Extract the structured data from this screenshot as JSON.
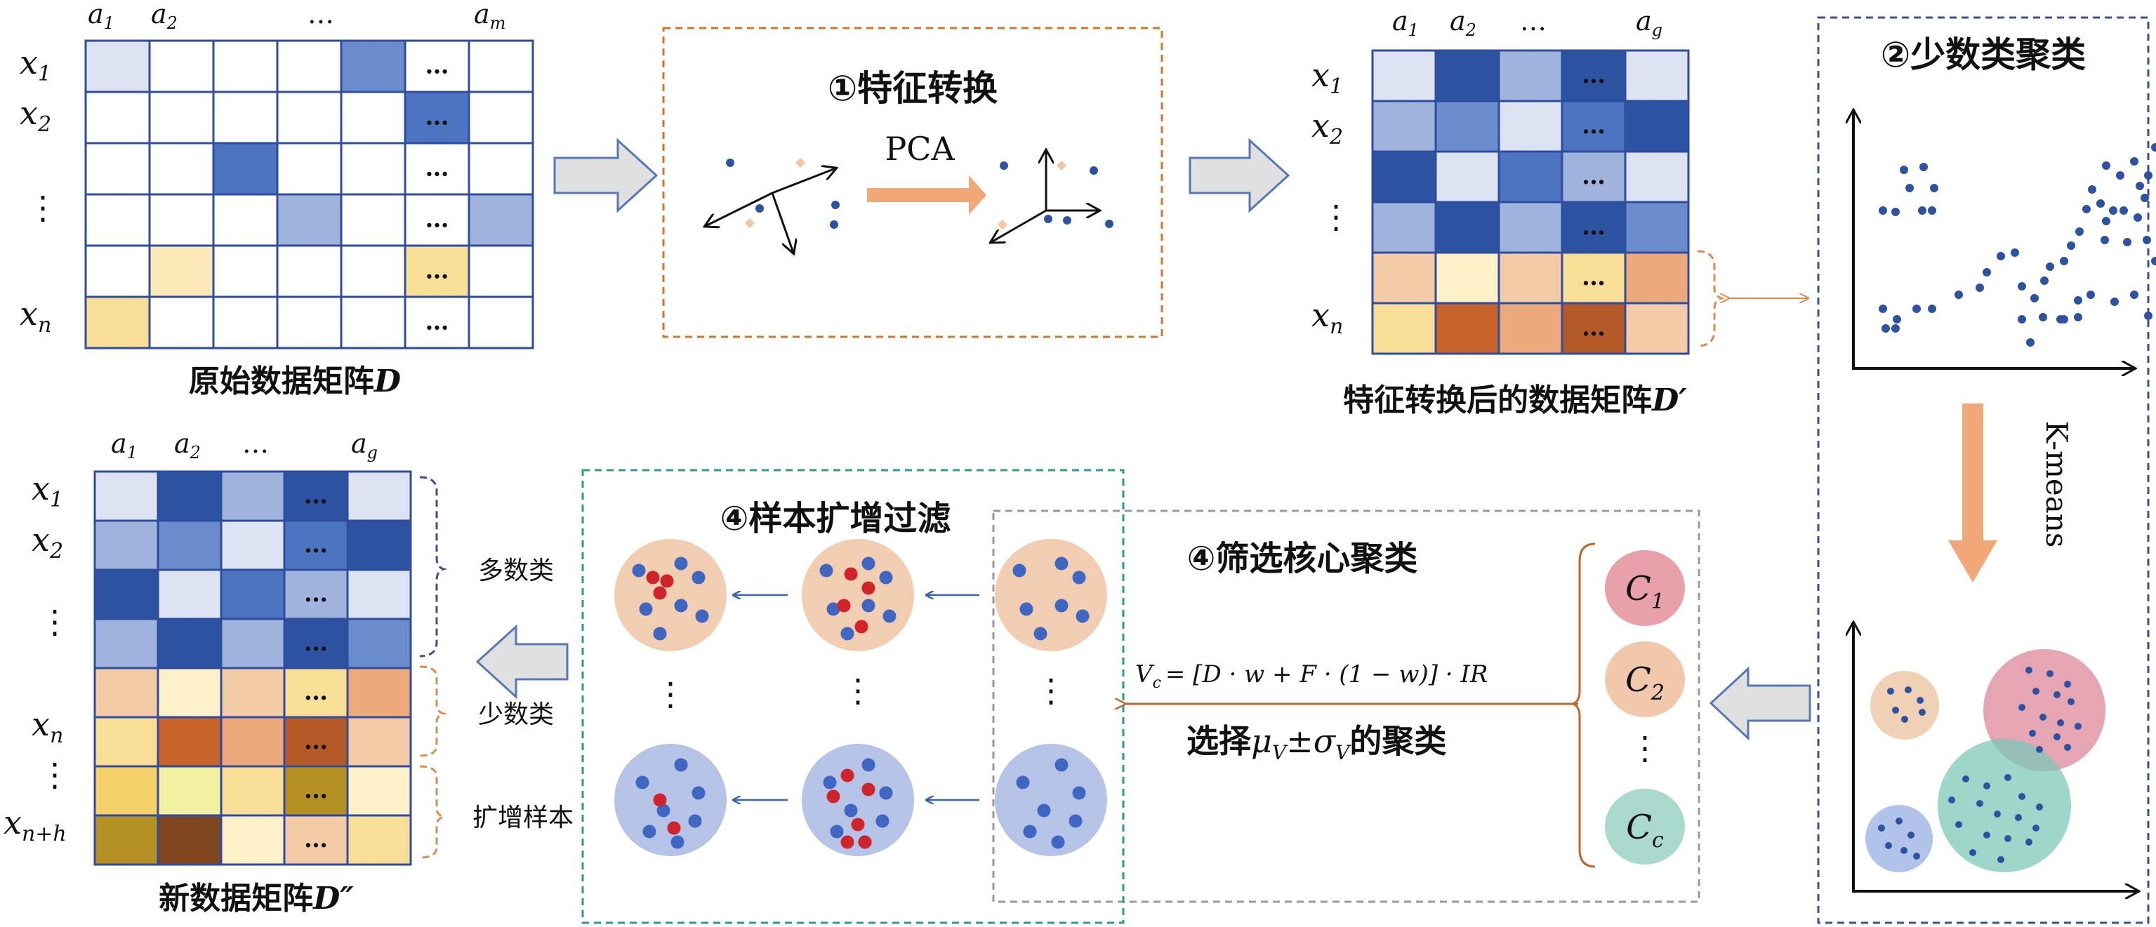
{
  "matrix_original": {
    "col_labels": [
      "a",
      "a",
      "…",
      "a"
    ],
    "col_subs": [
      "1",
      "2",
      "",
      "m"
    ],
    "row_labels": [
      "x",
      "x",
      "⋮",
      "x"
    ],
    "row_subs": [
      "1",
      "2",
      "",
      "n"
    ],
    "cell_dots": "…",
    "caption": "原始数据矩阵",
    "caption_var": "D"
  },
  "feature_transform": {
    "title": "①特征转换",
    "method": "PCA"
  },
  "matrix_transformed": {
    "col_labels": [
      "a",
      "a",
      "…",
      "a"
    ],
    "col_subs": [
      "1",
      "2",
      "",
      "g"
    ],
    "row_labels": [
      "x",
      "x",
      "⋮",
      "x"
    ],
    "row_subs": [
      "1",
      "2",
      "",
      "n"
    ],
    "cell_dots": "…",
    "caption": "特征转换后的数据矩阵",
    "caption_var": "D′"
  },
  "minority_clustering": {
    "title": "②少数类聚类",
    "method": "K-means"
  },
  "core_filter": {
    "title": "④筛选核心聚类",
    "formula_lhs": "V",
    "formula_rhs": "= [D · w + F · (1 − w)] · IR",
    "formula_sub": "c",
    "select_prefix": "选择",
    "select_mu": "μ",
    "select_pm": "±",
    "select_sigma": "σ",
    "select_sub": "V",
    "select_suffix": "的聚类",
    "clusters": [
      "C",
      "C",
      "⋮",
      "C"
    ],
    "cluster_subs": [
      "1",
      "2",
      "",
      "c"
    ]
  },
  "sample_expansion": {
    "title": "④样本扩增过滤",
    "vdots": "⋮"
  },
  "matrix_new": {
    "col_labels": [
      "a",
      "a",
      "…",
      "a"
    ],
    "col_subs": [
      "1",
      "2",
      "",
      "g"
    ],
    "row_labels": [
      "x",
      "x",
      "⋮",
      "x",
      "⋮",
      "x"
    ],
    "row_subs": [
      "1",
      "2",
      "",
      "n",
      "",
      "n+h"
    ],
    "cell_dots": "…",
    "brace_labels": [
      "多数类",
      "少数类",
      "扩增样本"
    ],
    "caption": "新数据矩阵",
    "caption_var": "D″"
  },
  "colors": {
    "grid_line": "#2f4d9e",
    "orange_dash": "#d4742a",
    "blue_dash": "#3a4f9a",
    "teal_dash": "#2d9a8c",
    "gray_dash": "#9a9a9a",
    "arrow_orange": "#f0a878"
  }
}
